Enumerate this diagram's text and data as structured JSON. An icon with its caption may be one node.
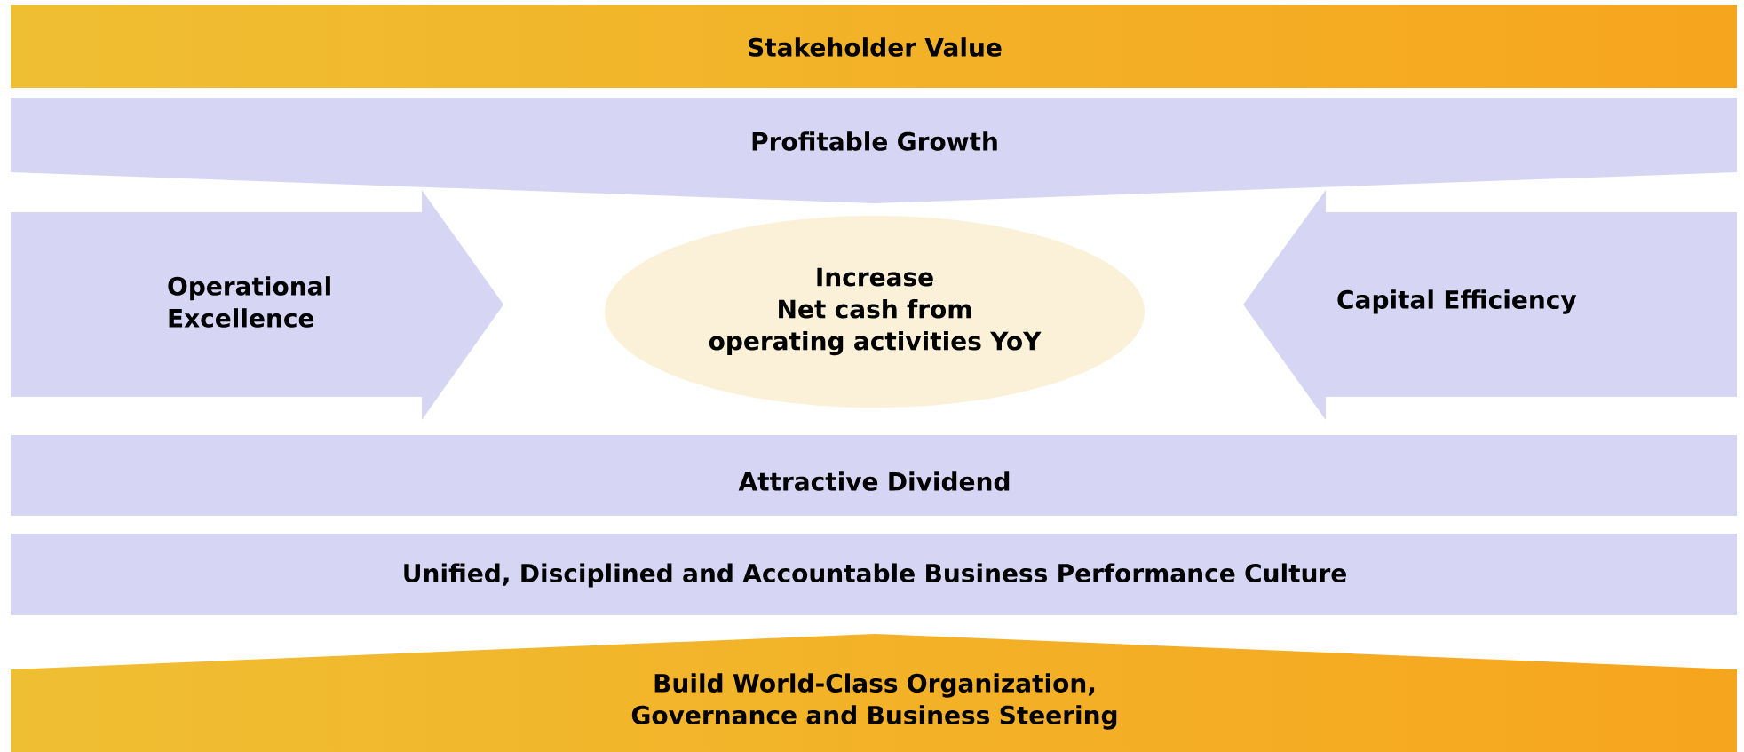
{
  "diagram": {
    "nodes": [
      {
        "text": [
          "Stakeholder Value"
        ]
      },
      {
        "text": [
          "Profitable Growth"
        ]
      },
      {
        "text": [
          "Operational Excellence"
        ]
      },
      {
        "text": [
          "Increase",
          "Net cash from operating activities YoY"
        ]
      },
      {
        "text": [
          "Capital Efficiency"
        ]
      },
      {
        "text": [
          "Attractive Dividend"
        ]
      },
      {
        "text": [
          "Unified, Disciplined and Accountable Business Performance Culture"
        ]
      },
      {
        "text": [
          "Build World-Class Organization, Governance and Business Steering"
        ]
      }
    ]
  }
}
